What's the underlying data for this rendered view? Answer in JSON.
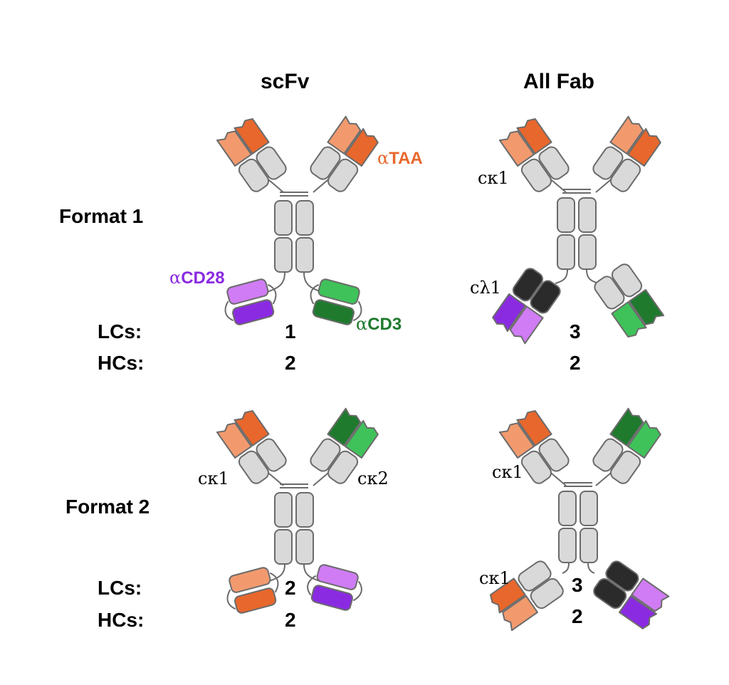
{
  "columns": {
    "scfv": "scFv",
    "allfab": "All Fab"
  },
  "rows": {
    "format1": "Format 1",
    "format2": "Format 2"
  },
  "count_labels": {
    "lcs": "LCs:",
    "hcs": "HCs:"
  },
  "counts": {
    "f1_scfv_lc": "1",
    "f1_scfv_hc": "2",
    "f1_fab_lc": "3",
    "f1_fab_hc": "2",
    "f2_scfv_lc": "2",
    "f2_scfv_hc": "2",
    "f2_fab_lc": "3",
    "f2_fab_hc": "2"
  },
  "targets": {
    "taa": {
      "greek": "α",
      "name": "TAA"
    },
    "cd28": {
      "greek": "α",
      "name": "CD28"
    },
    "cd3": {
      "greek": "α",
      "name": "CD3"
    }
  },
  "chain_labels": {
    "f1_fab_k1": "cκ1",
    "f1_fab_l1": "cλ1",
    "f2_scfv_k1": "cκ1",
    "f2_scfv_k2": "cκ2",
    "f2_fab_k1_top": "cκ1",
    "f2_fab_k1_bottom": "cκ1"
  },
  "colors": {
    "taa": "#e8672c",
    "taa_light": "#f29a6e",
    "cd28": "#8a2be2",
    "cd28_light": "#d07cf5",
    "cd3": "#1f7a2e",
    "cd3_light": "#3fc25a",
    "constant": "#d9d9d9",
    "dark_lc": "#2b2b2b",
    "outline": "#6b6b6b"
  }
}
